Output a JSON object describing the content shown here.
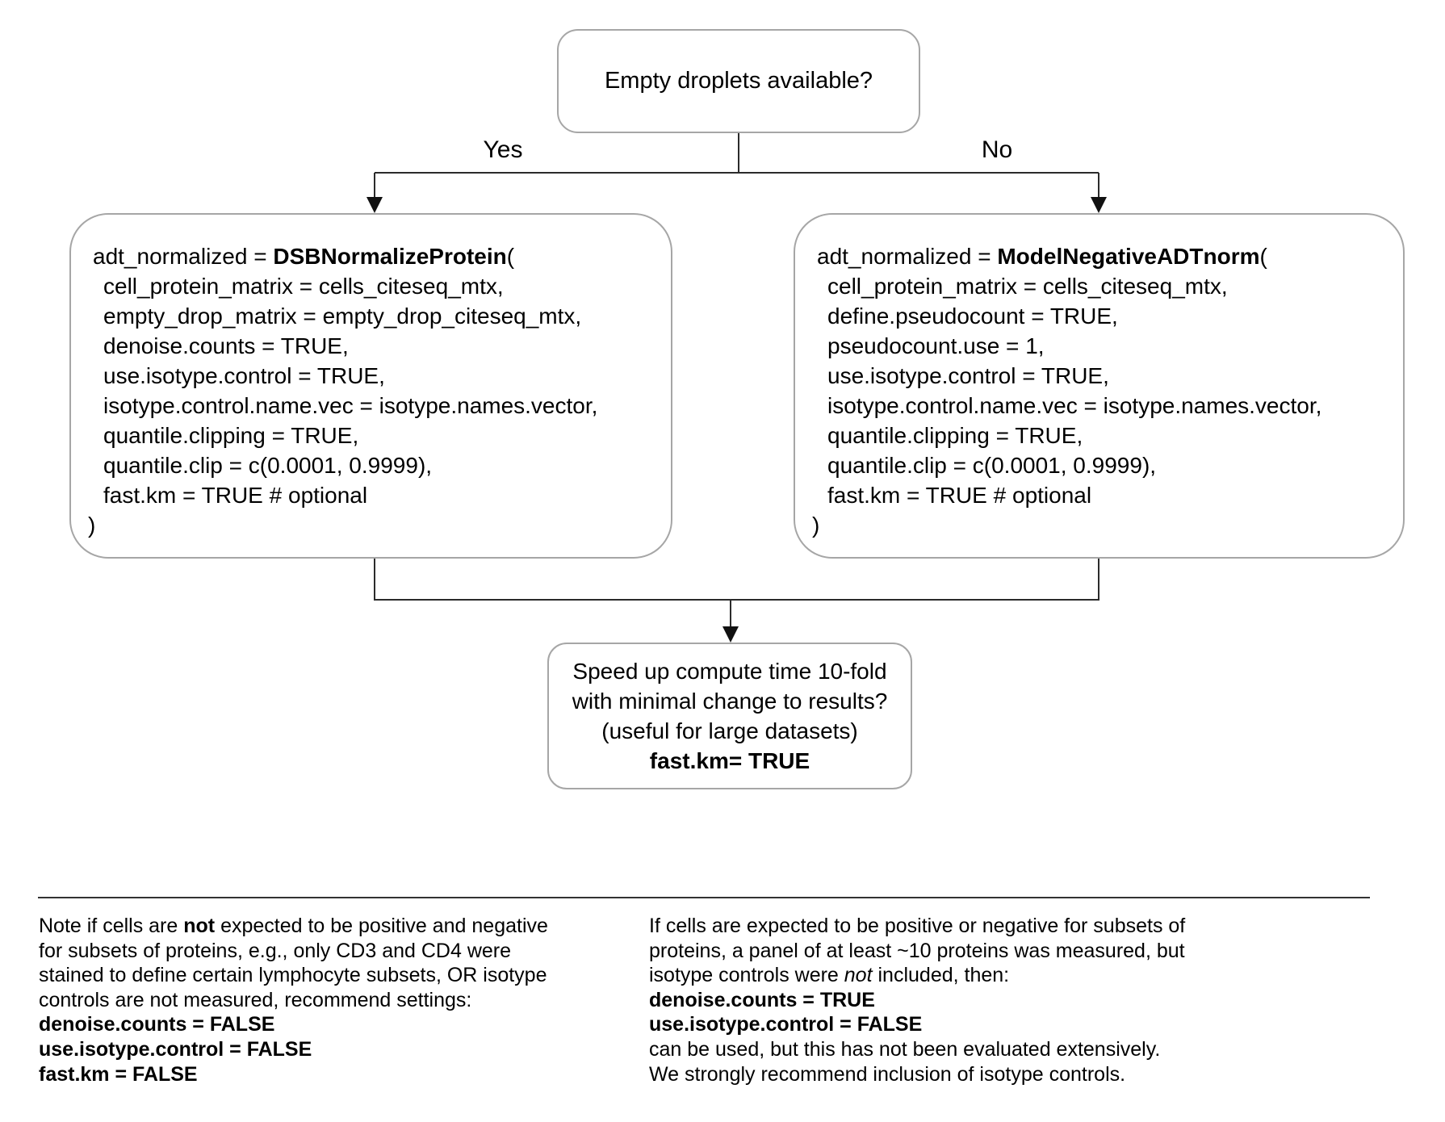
{
  "diagram": {
    "top_box": {
      "text": "Empty droplets available?"
    },
    "branch_labels": {
      "yes": "Yes",
      "no": "No"
    },
    "left_box": {
      "assign": "adt_normalized = ",
      "func": "DSBNormalizeProtein",
      "open_paren": "(",
      "params": [
        "cell_protein_matrix = cells_citeseq_mtx,",
        "empty_drop_matrix = empty_drop_citeseq_mtx,",
        "denoise.counts = TRUE,",
        "use.isotype.control = TRUE,",
        "isotype.control.name.vec = isotype.names.vector,",
        "quantile.clipping = TRUE,",
        "quantile.clip = c(0.0001, 0.9999),",
        "fast.km = TRUE # optional"
      ],
      "close_paren": ")"
    },
    "right_box": {
      "assign": "adt_normalized = ",
      "func": "ModelNegativeADTnorm",
      "open_paren": "(",
      "params": [
        "cell_protein_matrix = cells_citeseq_mtx,",
        "define.pseudocount = TRUE,",
        "pseudocount.use = 1,",
        "use.isotype.control = TRUE,",
        "isotype.control.name.vec = isotype.names.vector,",
        "quantile.clipping = TRUE,",
        "quantile.clip = c(0.0001, 0.9999),",
        "fast.km = TRUE # optional"
      ],
      "close_paren": ")"
    },
    "bottom_box": {
      "line1": "Speed up compute time 10-fold",
      "line2": "with minimal change to results?",
      "line3": "(useful for large datasets)",
      "line4": "fast.km= TRUE"
    }
  },
  "notes": {
    "left": {
      "l1_pre": "Note if cells are ",
      "l1_bold": "not",
      "l1_post": " expected to be positive and negative",
      "l2": "for subsets of proteins, e.g., only CD3 and CD4 were",
      "l3": "stained to define certain lymphocyte subsets, OR isotype",
      "l4": "controls are not measured, recommend settings:",
      "b1": "denoise.counts = FALSE",
      "b2": "use.isotype.control = FALSE",
      "b3": "fast.km = FALSE"
    },
    "right": {
      "l1": "If cells are expected to be positive or negative for subsets of",
      "l2": "proteins, a panel of at least ~10 proteins was measured, but",
      "l3_pre": "isotype controls were ",
      "l3_italic": "not",
      "l3_post": " included, then:",
      "b1": "denoise.counts = TRUE",
      "b2": "use.isotype.control = FALSE",
      "l4": "can be used, but this has not been evaluated extensively.",
      "l5": "We strongly recommend inclusion of isotype controls."
    }
  },
  "colors": {
    "box_border": "#a6a6a6",
    "connector": "#2b2b2b",
    "text": "#000000"
  }
}
